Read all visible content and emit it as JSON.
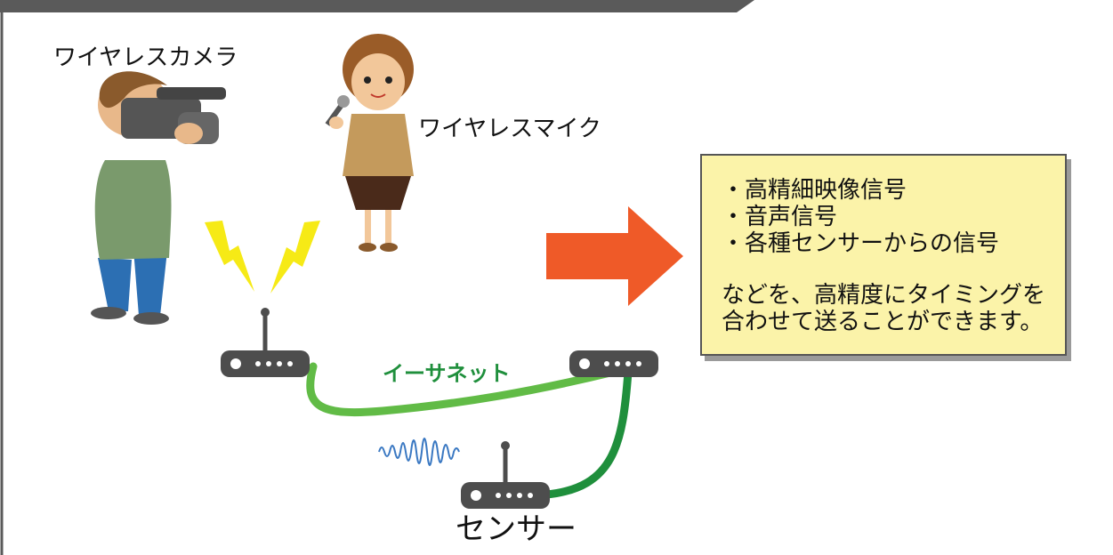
{
  "labels": {
    "wireless_camera": "ワイヤレスカメラ",
    "wireless_mic": "ワイヤレスマイク",
    "ethernet": "イーサネット",
    "sensor": "センサー"
  },
  "info_box": {
    "bullets": [
      "・高精細映像信号",
      "・音声信号",
      "・各種センサーからの信号"
    ],
    "summary": [
      "などを、高精度にタイミングを",
      "合わせて送ることができます。"
    ]
  },
  "colors": {
    "header_bar": "#5a5a5a",
    "ethernet_green_light": "#61bb46",
    "ethernet_green_dark": "#1f8f3c",
    "arrow_orange": "#ef5a28",
    "info_box_fill": "#fbf3a9",
    "lightning_yellow": "#f6ea16",
    "wave_blue": "#3a78c2",
    "router_gray": "#4d4d4d"
  },
  "icons": [
    "camera-operator-illustration",
    "reporter-illustration",
    "lightning-icon",
    "router-icon",
    "radio-wave-icon",
    "right-arrow-icon"
  ]
}
